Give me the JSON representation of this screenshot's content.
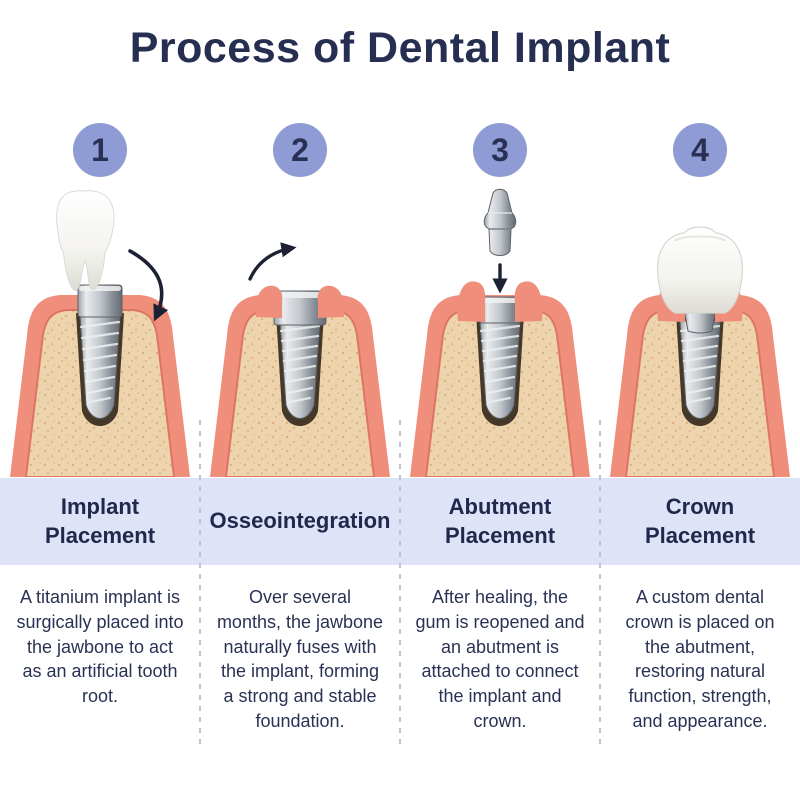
{
  "title": "Process of Dental Implant",
  "colors": {
    "heading_text": "#262e51",
    "badge_fill": "#8e9bd5",
    "band_background": "#dee3f8",
    "body_text": "#2a3254",
    "gum": "#ef8e7a",
    "bone": "#eed4ad",
    "implant_metal": "#aab0b7"
  },
  "steps": [
    {
      "number": "1",
      "label": "Implant Placement",
      "description": "A titanium implant is surgically placed into the jawbone to act as an artificial tooth root.",
      "illustration": "tooth-above-implant-in-jawbone-with-curved-arrow"
    },
    {
      "number": "2",
      "label": "Osseointegration",
      "description": "Over several months, the jawbone naturally fuses with the implant, forming a strong and stable foundation.",
      "illustration": "implant-healed-in-jawbone-with-curved-arrow"
    },
    {
      "number": "3",
      "label": "Abutment Placement",
      "description": "After healing, the gum is reopened and an abutment is attached to connect the implant and crown.",
      "illustration": "abutment-descending-onto-implant-in-jawbone"
    },
    {
      "number": "4",
      "label": "Crown Placement",
      "description": "A custom dental crown is placed on the abutment, restoring natural function, strength, and appearance.",
      "illustration": "crown-attached-to-implant-in-jawbone"
    }
  ]
}
